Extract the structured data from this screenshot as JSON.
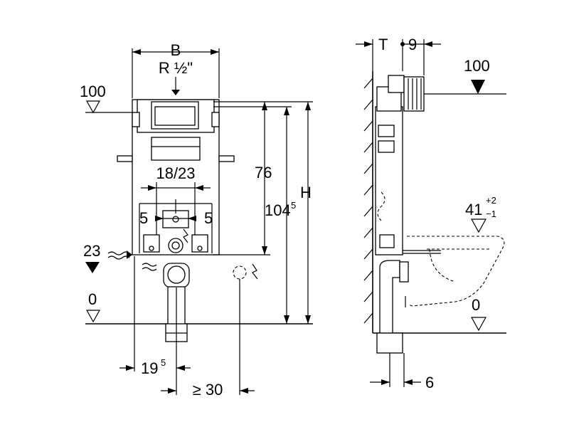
{
  "front_view": {
    "width_label": "B",
    "supply_label": "R ½\"",
    "level_top": "100",
    "level_inlet": "23",
    "level_floor": "0",
    "inlet_spacing": "18/23",
    "offset_left": "5",
    "offset_right": "5",
    "height_76": "76",
    "height_104_main": "104",
    "height_104_sup": "5",
    "height_label": "H",
    "dim_19_main": "19",
    "dim_19_sup": "5",
    "dim_min_30": "≥ 30"
  },
  "side_view": {
    "depth_label": "T",
    "depth_9": "9",
    "level_top": "100",
    "bowl_height": "41",
    "bowl_tol_plus": "+2",
    "bowl_tol_minus": "−1",
    "level_floor": "0",
    "dim_6": "6"
  }
}
